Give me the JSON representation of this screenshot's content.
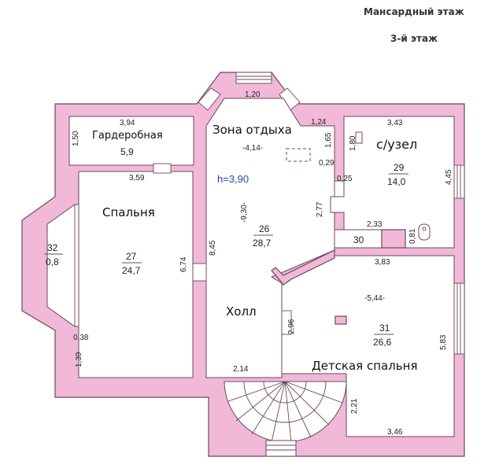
{
  "header": {
    "title": "Мансардный этаж",
    "subtitle": "3-й этаж"
  },
  "colors": {
    "wall": "#f2b8d8",
    "outline": "#6a4a5a",
    "height_text": "#2a4a9a"
  },
  "ceiling_height": "h=3,90",
  "rooms": {
    "wardrobe": {
      "name": "Гардеробная",
      "area": "5,9",
      "dims": {
        "top": "3,94",
        "left": "1,50",
        "bottom": "3,59"
      }
    },
    "bedroom": {
      "name": "Спальня",
      "number": "27",
      "area": "24,7",
      "dims": {
        "right": "6,74",
        "corner_w": "0,38",
        "corner_h": "1,39"
      }
    },
    "bay": {
      "number": "32",
      "area": "0,8"
    },
    "lounge": {
      "name": "Зона отдыха",
      "number": "26",
      "area": "28,7",
      "dims": {
        "bay_top": "1,20",
        "right_top": "1,24",
        "width": "-4,14-",
        "length": "-9,30-",
        "left": "8,45",
        "right_upper": "1,65",
        "niche": "0,29",
        "right_lower": "2,77"
      }
    },
    "bathroom": {
      "name": "с/узел",
      "number": "29",
      "area": "14,0",
      "dims": {
        "top": "3,43",
        "right": "4,45",
        "fixture": "1,80",
        "wall": "0,25",
        "bottom": "2,33",
        "door": "0,81"
      }
    },
    "closet": {
      "number": "30"
    },
    "hall": {
      "name": "Холл",
      "dims": {
        "right": "2,96",
        "stair": "2,14"
      }
    },
    "kids_bedroom": {
      "name": "Детская спальня",
      "number": "31",
      "area": "26,6",
      "dims": {
        "top": "3,83",
        "width": "-5,44-",
        "right": "5,83",
        "left_lower": "2,21",
        "bottom": "3,46"
      }
    }
  }
}
